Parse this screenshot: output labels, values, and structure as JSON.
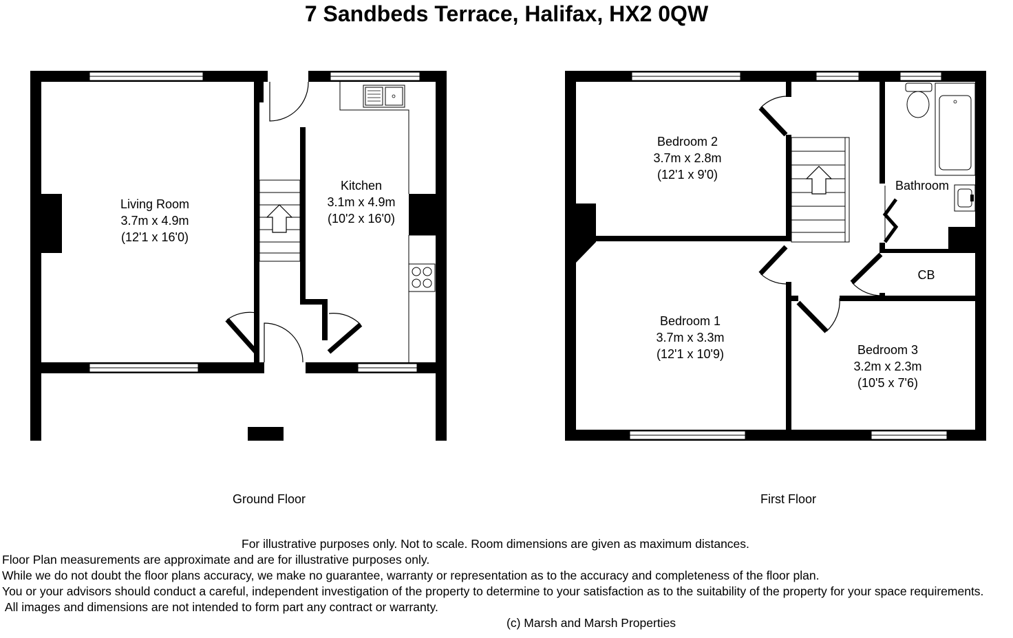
{
  "title": "7 Sandbeds Terrace, Halifax, HX2 0QW",
  "ground_floor": {
    "label": "Ground Floor",
    "living_room": {
      "name": "Living Room",
      "size_m": "3.7m x 4.9m",
      "size_ft": "(12'1 x 16'0)"
    },
    "kitchen": {
      "name": "Kitchen",
      "size_m": "3.1m x 4.9m",
      "size_ft": "(10'2 x 16'0)"
    }
  },
  "first_floor": {
    "label": "First Floor",
    "bedroom2": {
      "name": "Bedroom 2",
      "size_m": "3.7m x 2.8m",
      "size_ft": "(12'1 x 9'0)"
    },
    "bedroom1": {
      "name": "Bedroom 1",
      "size_m": "3.7m x 3.3m",
      "size_ft": "(12'1 x 10'9)"
    },
    "bedroom3": {
      "name": "Bedroom 3",
      "size_m": "3.2m x 2.3m",
      "size_ft": "(10'5 x 7'6)"
    },
    "bathroom": {
      "name": "Bathroom"
    },
    "cupboard": {
      "name": "CB"
    }
  },
  "disclaimer": {
    "line1": "For illustrative purposes only.  Not to scale.  Room dimensions are given as maximum distances.",
    "line2": "Floor Plan measurements are approximate and are for illustrative purposes only.",
    "line3": "While we do not doubt the floor plans accuracy, we make no guarantee, warranty or representation as to the accuracy and completeness of the floor plan.",
    "line4": "You or your advisors should conduct a careful, independent investigation of the property to determine to your satisfaction as to the suitability of the property for your space requirements.",
    "line5": " All images and dimensions are not intended to form part any contract or warranty.",
    "copyright": "(c) Marsh and Marsh Properties"
  }
}
